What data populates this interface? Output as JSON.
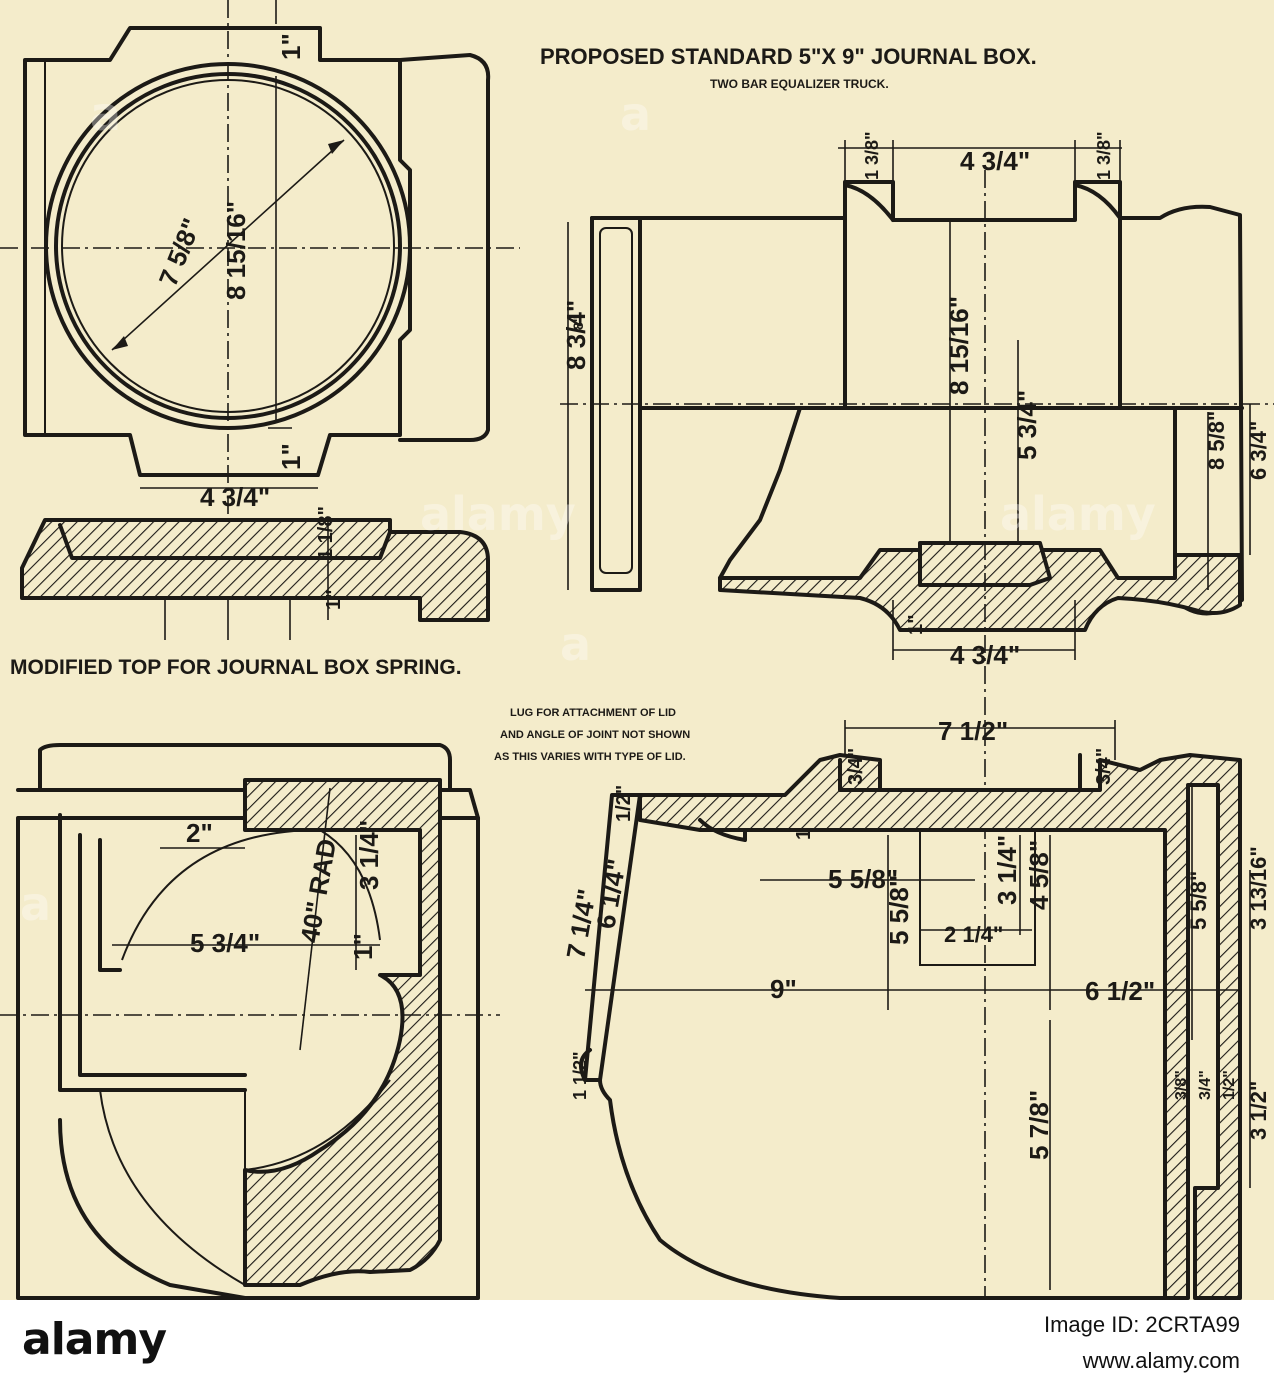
{
  "drawing": {
    "title": "PROPOSED STANDARD 5\"X 9\" JOURNAL BOX.",
    "subtitle": "TWO BAR EQUALIZER TRUCK.",
    "modified_caption": "MODIFIED TOP FOR JOURNAL BOX SPRING.",
    "lug_note_1": "LUG FOR ATTACHMENT OF LID",
    "lug_note_2": "AND ANGLE OF JOINT NOT SHOWN",
    "lug_note_3": "AS THIS VARIES WITH TYPE OF LID.",
    "dims": {
      "d_7_5_8": "7 5/8\"",
      "d_8_15_16": "8 15/16\"",
      "d_1_top": "1\"",
      "d_1_bottom": "1\"",
      "d_4_3_4": "4 3/4\"",
      "d_1_1_8": "1 1/8\"",
      "d_1_s": "1\"",
      "d_1_3_8_left": "1 3/8\"",
      "d_4_3_4_top": "4 3/4\"",
      "d_1_3_8_right": "1 3/8\"",
      "d_8_3_4": "8 3/4\"",
      "d_8_small": "8\"",
      "d_8_15_16_side": "8 15/16\"",
      "d_5_3_4": "5 3/4\"",
      "d_8_5_8": "8 5/8\"",
      "d_6_3_4": "6 3/4\"",
      "d_1_mid": "1\"",
      "d_4_3_4_bot": "4 3/4\"",
      "d_7_1_2": "7 1/2\"",
      "d_3_4_a": "3/4\"",
      "d_3_4_b": "3/4\"",
      "d_1_2": "1/2\"",
      "d_1_1_2": "1 1/2\"",
      "d_1_c": "1\"",
      "d_2": "2\"",
      "d_40_rad": "40\" RAD",
      "d_3_1_4": "3 1/4\"",
      "d_1_r": "1\"",
      "d_5_3_4_b": "5 3/4\"",
      "d_5_5_8": "5 5/8\"",
      "d_3_1_4_b": "3 1/4\"",
      "d_4_5_8": "4 5/8\"",
      "d_5_5_8_v": "5 5/8\"",
      "d_2_1_4": "2 1/4\"",
      "d_7_1_4": "7 1/4\"",
      "d_6_1_4": "6 1/4\"",
      "d_9": "9\"",
      "d_6_1_2": "6 1/2\"",
      "d_5_5_8_r": "5 5/8\"",
      "d_3_13_16": "3 13/16\"",
      "d_1_1_2_b": "1 1/2\"",
      "d_5_7_8": "5 7/8\"",
      "d_3_8": "3/8\"",
      "d_3_4_c": "3/4\"",
      "d_1_2_b": "1/2\"",
      "d_3_1_2": "3 1/2\""
    }
  },
  "footer": {
    "brand": "alamy",
    "image_id": "Image ID: 2CRTA99",
    "site": "www.alamy.com"
  },
  "colors": {
    "paper": "#f4eccb",
    "ink": "#1c1a16",
    "footer_bg": "#ffffff"
  }
}
